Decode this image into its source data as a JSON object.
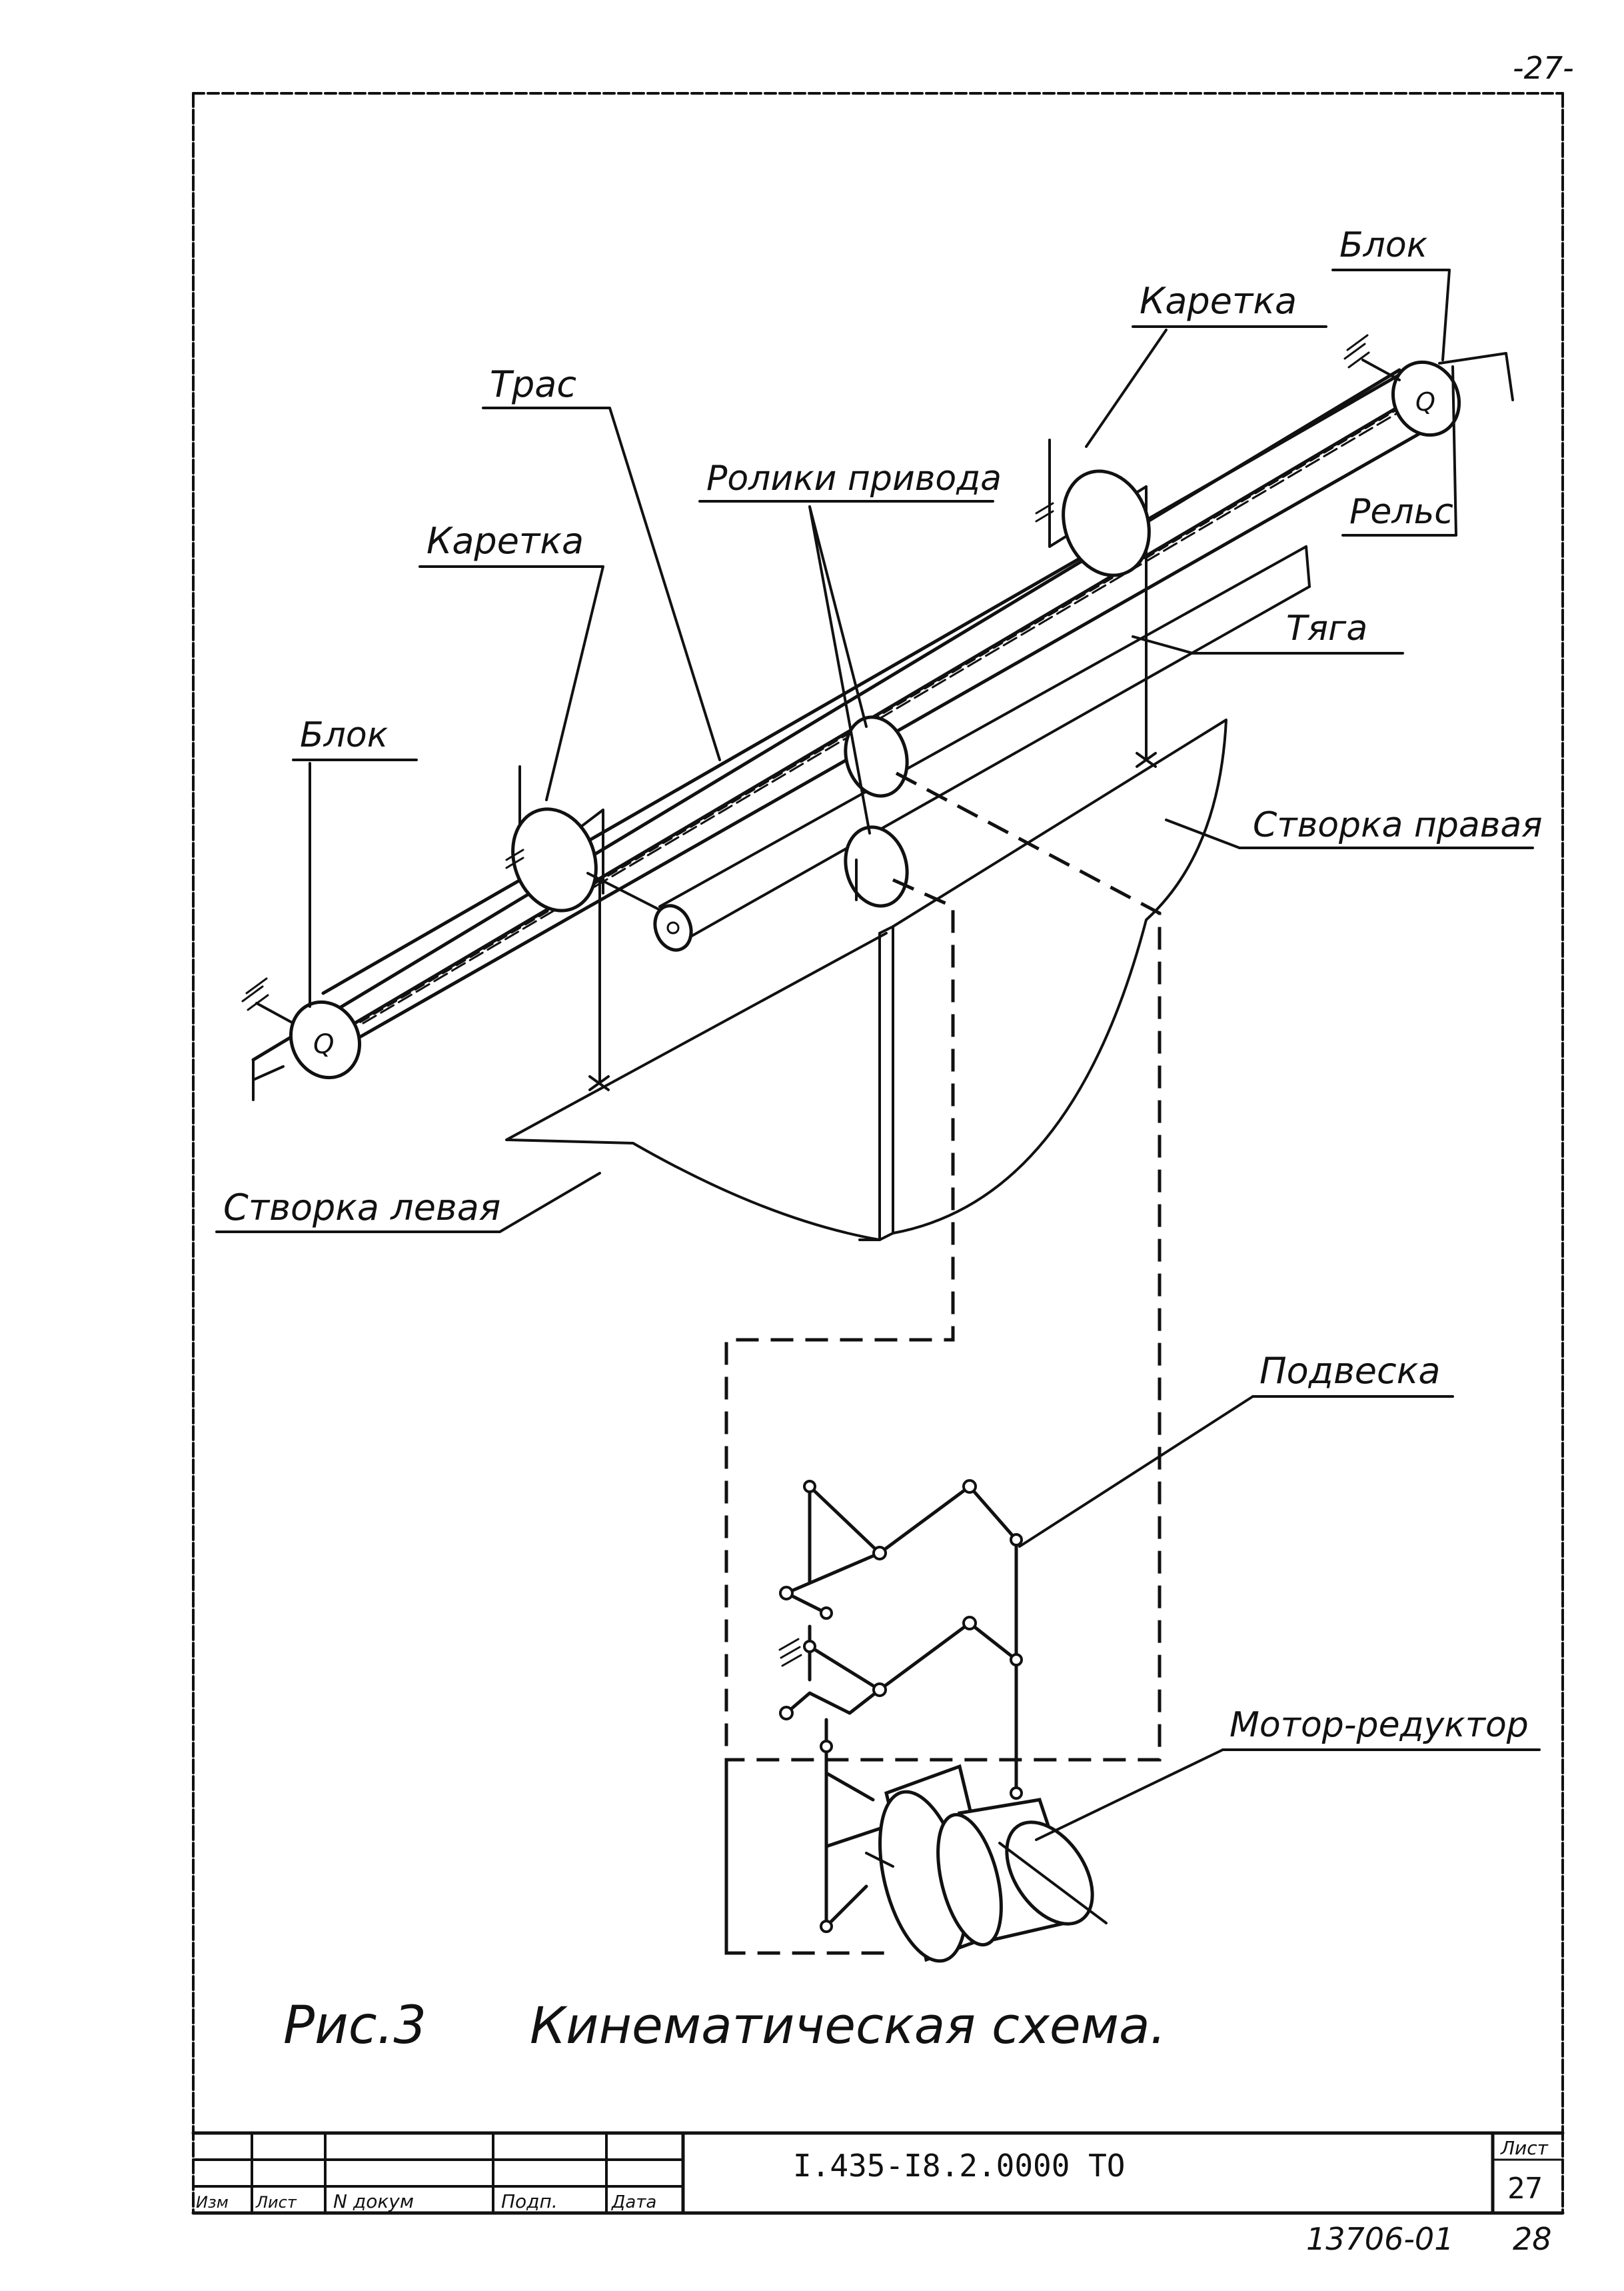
{
  "page_number_top": "-27-",
  "labels": {
    "blok_right": "Блок",
    "karetka_right": "Каретка",
    "tras": "Трас",
    "roliki": "Ролики привода",
    "rels": "Рельс",
    "karetka_left": "Каретка",
    "tyaga": "Тяга",
    "blok_left": "Блок",
    "stvorka_pravaya": "Створка правая",
    "stvorka_levaya": "Створка левая",
    "podveska": "Подвеска",
    "motor": "Мотор-редуктор"
  },
  "caption": {
    "fig": "Рис.3",
    "title": "Кинематическая схема."
  },
  "title_block": {
    "designation": "I.435-I8.2.0000 ТО",
    "sheet_label": "Лист",
    "sheet_number": "27",
    "columns": [
      "Изм",
      "Лист",
      "N докум",
      "Подп.",
      "Дата"
    ]
  },
  "footer": {
    "archive_number": "13706-01",
    "page_number": "28"
  }
}
